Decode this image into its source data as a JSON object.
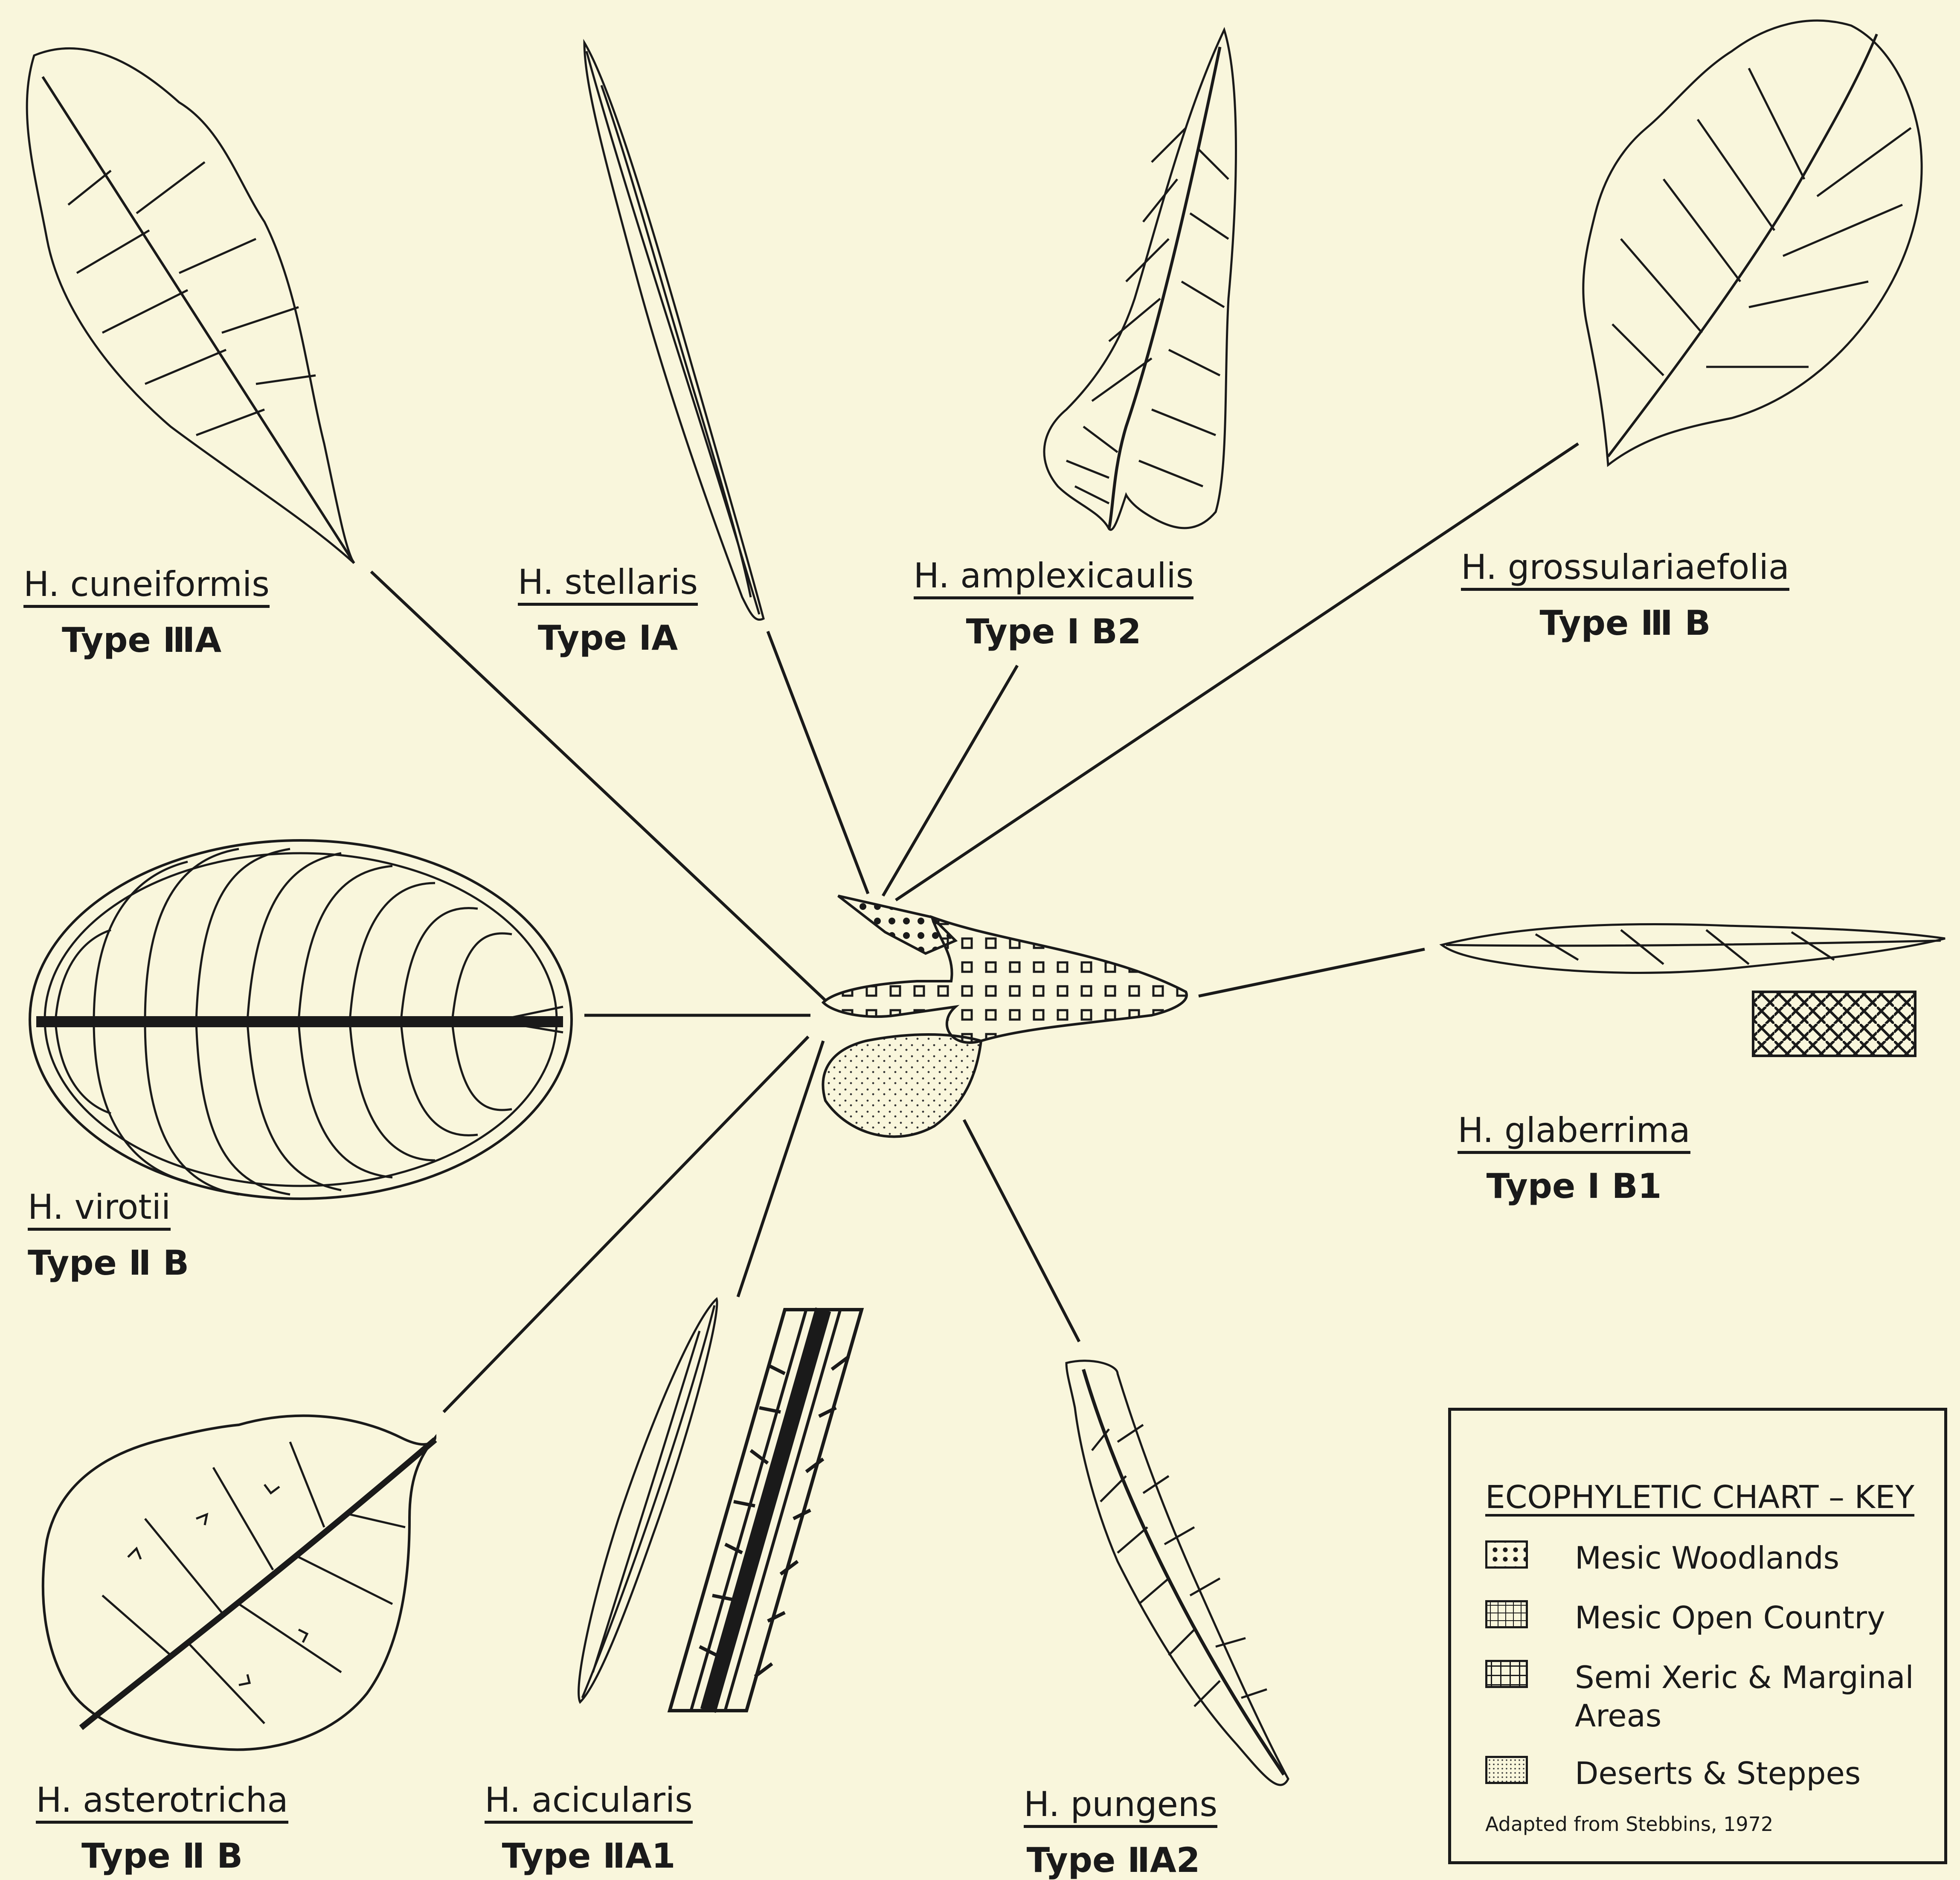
{
  "diagram": {
    "species": [
      {
        "name": "H. cuneiformis",
        "type": "Type ⅢA"
      },
      {
        "name": "H. stellaris",
        "type": "Type ⅠA"
      },
      {
        "name": "H. amplexicaulis",
        "type": "Type Ⅰ B2"
      },
      {
        "name": "H. grossulariaefolia",
        "type": "Type Ⅲ B"
      },
      {
        "name": "H. virotii",
        "type": "Type Ⅱ B"
      },
      {
        "name": "H. glaberrima",
        "type": "Type Ⅰ B1"
      },
      {
        "name": "H. asterotricha",
        "type": "Type Ⅱ B"
      },
      {
        "name": "H. acicularis",
        "type": "Type ⅡA1"
      },
      {
        "name": "H. pungens",
        "type": "Type ⅡA2"
      }
    ]
  },
  "key": {
    "title": "ECOPHYLETIC CHART – KEY",
    "items": [
      {
        "label": "Mesic Woodlands"
      },
      {
        "label": "Mesic Open Country"
      },
      {
        "label": "Semi Xeric & Marginal Areas"
      },
      {
        "label": "Deserts & Steppes"
      }
    ],
    "source": "Adapted from Stebbins, 1972"
  }
}
